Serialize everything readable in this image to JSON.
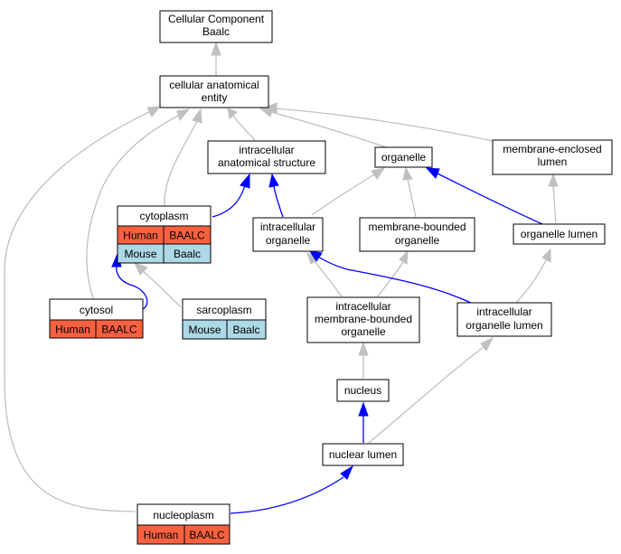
{
  "colors": {
    "human_cell": "#f9603f",
    "mouse_cell": "#add8e6",
    "edge_gray": "#c0c0c0",
    "edge_blue": "#0000ff",
    "box_border": "#000000"
  },
  "nodes": {
    "cellular_component": {
      "lines": [
        "Cellular Component",
        "Baalc"
      ]
    },
    "cellular_anatomical_entity": {
      "lines": [
        "cellular anatomical",
        "entity"
      ]
    },
    "intracellular_anatomical_structure": {
      "lines": [
        "intracellular",
        "anatomical structure"
      ]
    },
    "organelle": {
      "lines": [
        "organelle"
      ]
    },
    "membrane_enclosed_lumen": {
      "lines": [
        "membrane-enclosed",
        "lumen"
      ]
    },
    "cytoplasm": {
      "lines": [
        "cytoplasm"
      ],
      "species": "Human",
      "gene": "BAALC",
      "species2": "Mouse",
      "gene2": "Baalc"
    },
    "intracellular_organelle": {
      "lines": [
        "intracellular",
        "organelle"
      ]
    },
    "membrane_bounded_organelle": {
      "lines": [
        "membrane-bounded",
        "organelle"
      ]
    },
    "organelle_lumen": {
      "lines": [
        "organelle lumen"
      ]
    },
    "cytosol": {
      "lines": [
        "cytosol"
      ],
      "species": "Human",
      "gene": "BAALC"
    },
    "sarcoplasm": {
      "lines": [
        "sarcoplasm"
      ],
      "species": "Mouse",
      "gene": "Baalc"
    },
    "intracellular_membrane_bounded_organelle": {
      "lines": [
        "intracellular",
        "membrane-bounded",
        "organelle"
      ]
    },
    "intracellular_organelle_lumen": {
      "lines": [
        "intracellular",
        "organelle lumen"
      ]
    },
    "nucleus": {
      "lines": [
        "nucleus"
      ]
    },
    "nuclear_lumen": {
      "lines": [
        "nuclear lumen"
      ]
    },
    "nucleoplasm": {
      "lines": [
        "nucleoplasm"
      ],
      "species": "Human",
      "gene": "BAALC"
    }
  }
}
